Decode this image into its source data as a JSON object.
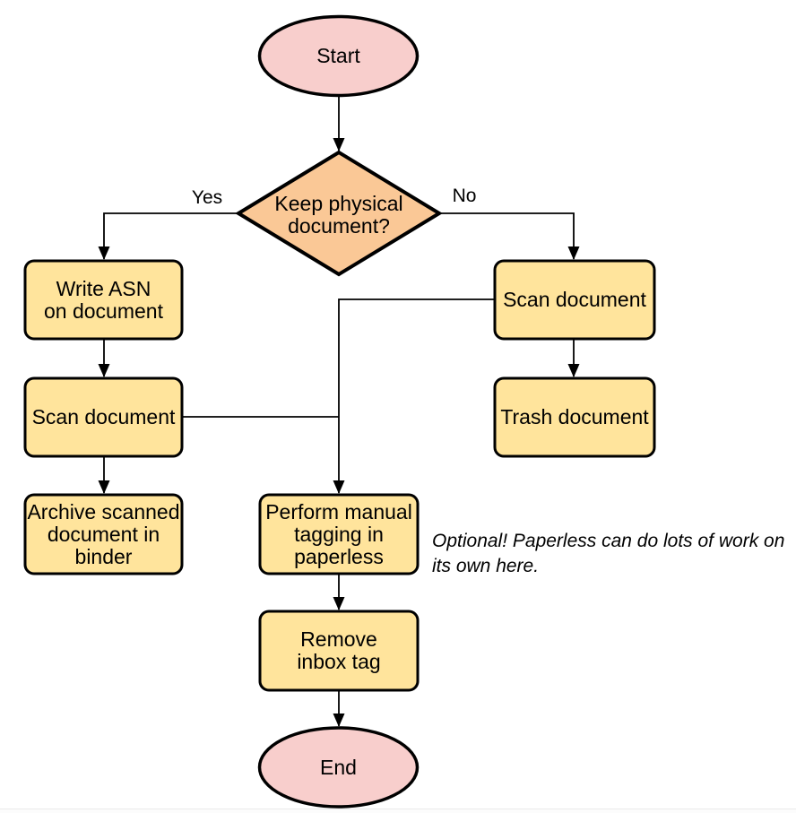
{
  "page": {
    "background": "#ffffff",
    "footer_line_color": "#ebebeb"
  },
  "colors": {
    "terminal_fill": "#F8CECC",
    "decision_fill": "#FAC896",
    "process_fill": "#FFE49C",
    "stroke": "#000000"
  },
  "nodes": {
    "start": {
      "type": "terminal",
      "lines": [
        "Start"
      ]
    },
    "decision": {
      "type": "decision",
      "lines": [
        "Keep physical",
        "document?"
      ]
    },
    "write_asn": {
      "type": "process",
      "lines": [
        "Write ASN",
        "on document"
      ]
    },
    "scan_left": {
      "type": "process",
      "lines": [
        "Scan document"
      ]
    },
    "archive": {
      "type": "process",
      "lines": [
        "Archive scanned",
        "document in",
        "binder"
      ]
    },
    "scan_right": {
      "type": "process",
      "lines": [
        "Scan document"
      ]
    },
    "trash": {
      "type": "process",
      "lines": [
        "Trash document"
      ]
    },
    "tagging": {
      "type": "process",
      "lines": [
        "Perform manual",
        "tagging in",
        "paperless"
      ]
    },
    "remove_tag": {
      "type": "process",
      "lines": [
        "Remove",
        "inbox tag"
      ]
    },
    "end": {
      "type": "terminal",
      "lines": [
        "End"
      ]
    }
  },
  "edge_labels": {
    "yes": "Yes",
    "no": "No"
  },
  "annotation": {
    "lines": [
      "Optional! Paperless can do lots of work on",
      "its own here."
    ]
  }
}
